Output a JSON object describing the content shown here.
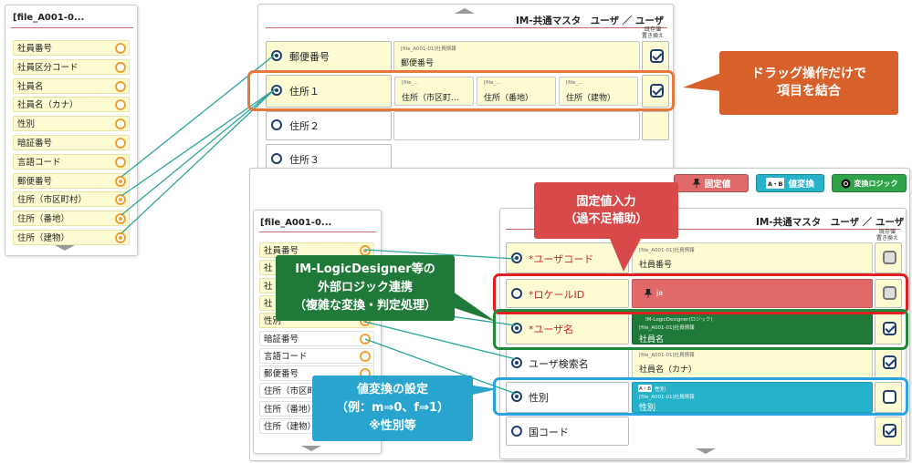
{
  "top_source": {
    "title": "[file_A001-0...",
    "fields": [
      {
        "label": "社員番号",
        "mapped": false
      },
      {
        "label": "社員区分コード",
        "mapped": false
      },
      {
        "label": "社員名",
        "mapped": false
      },
      {
        "label": "社員名（カナ）",
        "mapped": false
      },
      {
        "label": "性別",
        "mapped": false
      },
      {
        "label": "暗証番号",
        "mapped": false
      },
      {
        "label": "言語コード",
        "mapped": false
      },
      {
        "label": "郵便番号",
        "mapped": true
      },
      {
        "label": "住所（市区町村）",
        "mapped": true
      },
      {
        "label": "住所（番地）",
        "mapped": true
      },
      {
        "label": "住所（建物）",
        "mapped": true
      }
    ]
  },
  "top_target": {
    "header": "IM-共通マスタ　ユーザ ／ ユーザ",
    "col_header_1": "既存値",
    "col_header_2": "置き換え",
    "rows": [
      {
        "label": "郵便番号",
        "src": "[file_A001-01]社員情報",
        "value": "郵便番号"
      },
      {
        "label": "住所１",
        "cells": [
          {
            "src": "[file_...",
            "value": "住所（市区町..."
          },
          {
            "src": "[file_...",
            "value": "住所（番地）"
          },
          {
            "src": "[file_...",
            "value": "住所（建物）"
          }
        ]
      },
      {
        "label": "住所２"
      },
      {
        "label": "住所３"
      }
    ]
  },
  "callout_merge": {
    "line1": "ドラッグ操作だけで",
    "line2": "項目を結合"
  },
  "bottom_source": {
    "title": "[file_A001-0...",
    "fields": [
      "社員番号",
      "社員区分コード",
      "社員名",
      "社員名（カナ）",
      "性別",
      "暗証番号",
      "言語コード",
      "郵便番号",
      "住所（市区町村）",
      "住所（番地）",
      "住所（建物）"
    ],
    "visible_labels": [
      "社員番号",
      "社",
      "社",
      "社",
      "性別",
      "暗証番号",
      "言語コード",
      "郵便番号",
      "住所（市区町",
      "住所（番地）",
      "住所（建物）"
    ]
  },
  "toolbar": {
    "fixed_label": "固定値",
    "convert_label": "値変換",
    "convert_icon": "A・B",
    "logic_label": "変換ロジック",
    "colors": {
      "fixed": "#e06a6a",
      "convert": "#26b3c9",
      "logic": "#2fa24a"
    }
  },
  "bottom_target": {
    "header": "IM-共通マスタ　ユーザ ／ ユーザ",
    "col_header_1": "既存値",
    "col_header_2": "置き換え",
    "rows": [
      {
        "label": "*ユーザコード",
        "src": "[file_A001-01]社員情報",
        "value": "社員番号"
      },
      {
        "label": "*ロケールID",
        "fixed_value": "ja"
      },
      {
        "label": "*ユーザ名",
        "logic_label": "IM-LogicDesigner(ロジック)",
        "src": "[file_A001-01]社員情報",
        "value": "社員名"
      },
      {
        "label": "ユーザ検索名",
        "src": "[file_A001-01]社員情報",
        "value": "社員名（カナ）"
      },
      {
        "label": "性別",
        "convert_name": "性別",
        "src": "[file_A001-01]社員情報",
        "value": "性別"
      },
      {
        "label": "国コード"
      }
    ]
  },
  "callout_fixed": {
    "line1": "固定値入力",
    "line2": "（過不足補助）"
  },
  "callout_logic": {
    "line1": "IM-LogicDesigner等の",
    "line2": "外部ロジック連携",
    "line3": "（複雑な変換・判定処理）"
  },
  "callout_convert": {
    "line1": "値変換の設定",
    "line2": "（例：m⇒0、f⇒1）",
    "line3": "※性別等"
  }
}
